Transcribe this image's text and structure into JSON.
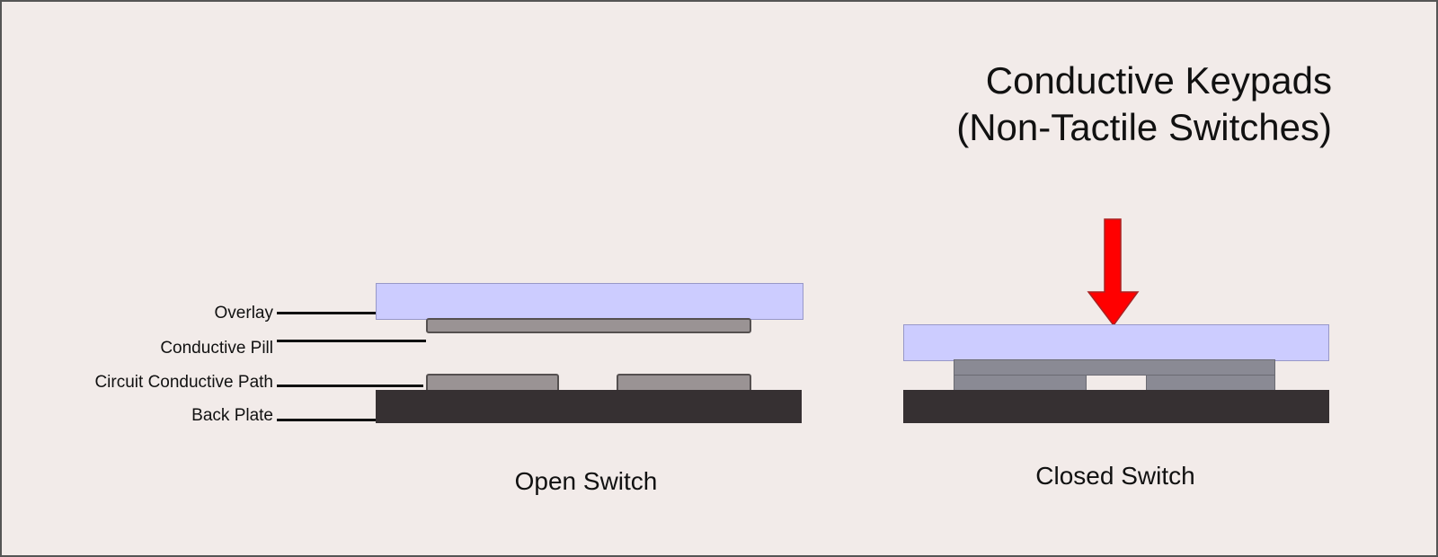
{
  "title": {
    "line1": "Conductive Keypads",
    "line2": "(Non-Tactile Switches)"
  },
  "labels": {
    "overlay": "Overlay",
    "conductive_pill": "Conductive Pill",
    "circuit_path": "Circuit Conductive Path",
    "back_plate": "Back Plate"
  },
  "captions": {
    "open": "Open Switch",
    "closed": "Closed Switch"
  },
  "colors": {
    "background": "#f2ebe9",
    "overlay": "#ccccff",
    "conductive": "#9a9394",
    "back_plate": "#363032",
    "arrow": "#ff0000"
  }
}
